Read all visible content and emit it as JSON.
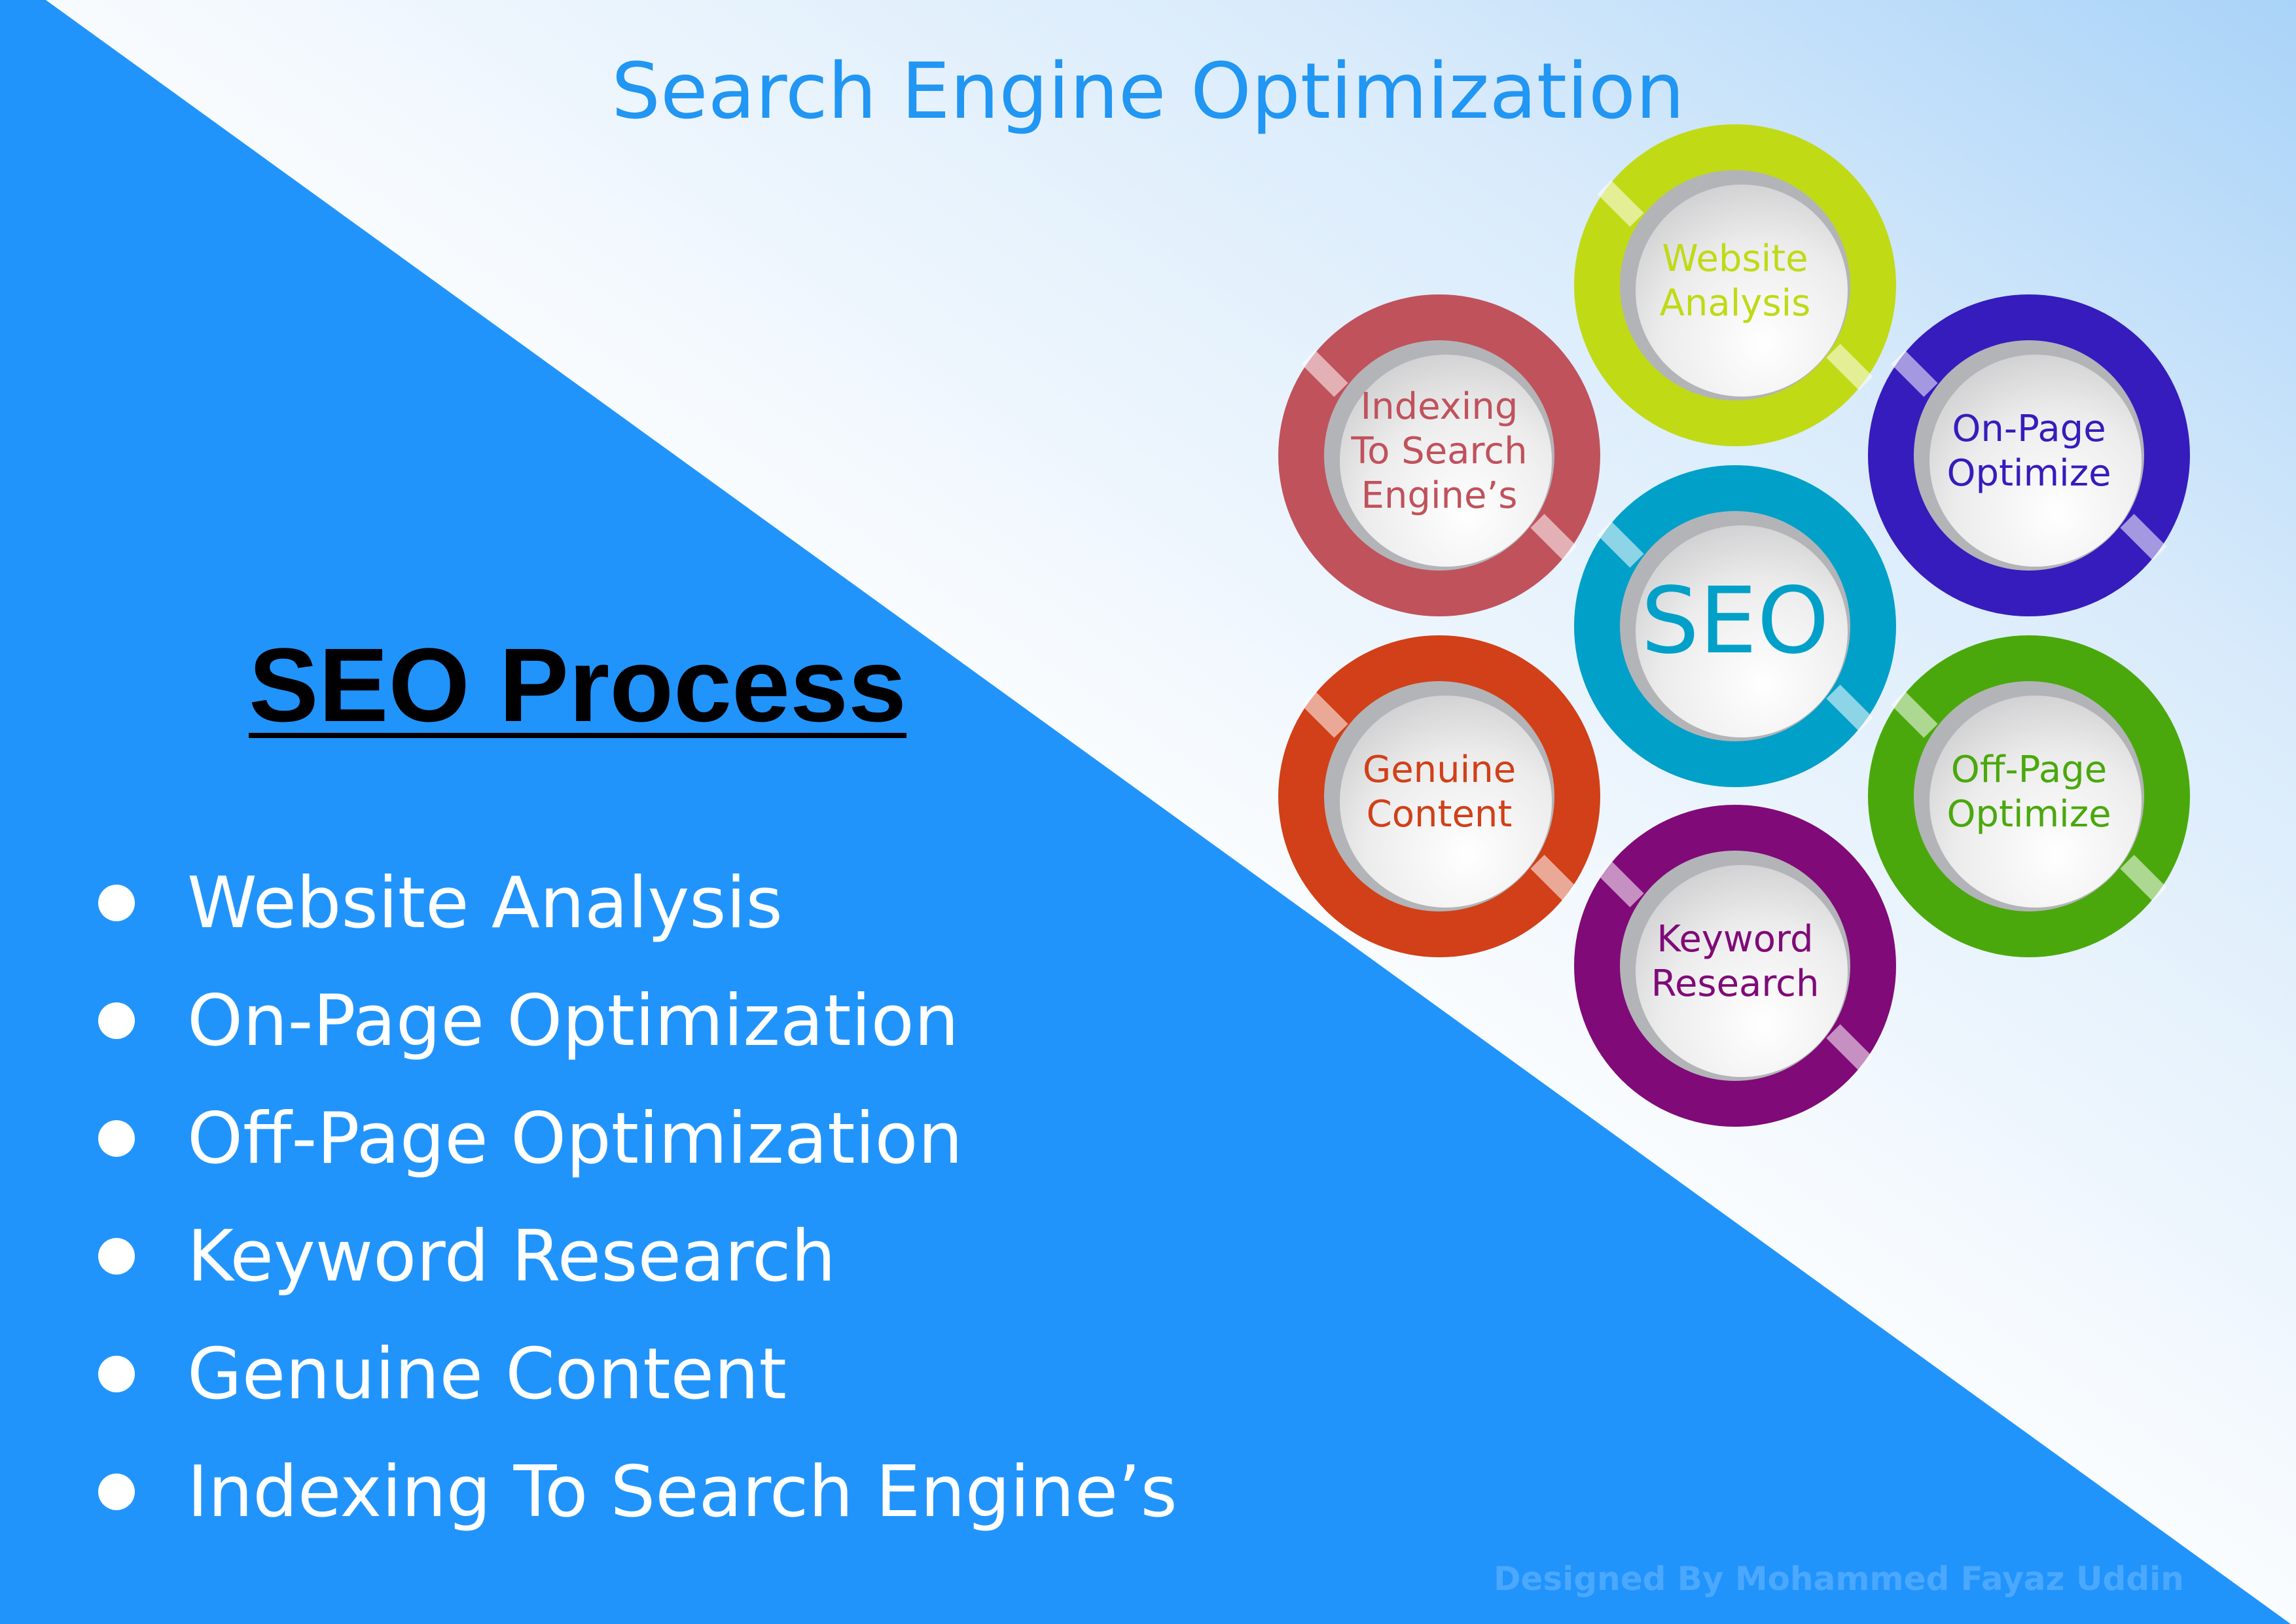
{
  "title": "Search Engine Optimization",
  "heading": "SEO Process",
  "process_items": [
    "Website Analysis",
    "On-Page Optimization",
    "Off-Page Optimization",
    "Keyword Research",
    "Genuine Content",
    "Indexing To Search Engine’s"
  ],
  "circles": {
    "center": {
      "label": "SEO",
      "color": "#00a0c8"
    },
    "website": {
      "line1": "Website",
      "line2": "Analysis",
      "color": "#c0da16"
    },
    "onpage": {
      "line1": "On-Page",
      "line2": "Optimize",
      "color": "#361cbc"
    },
    "offpage": {
      "line1": "Off-Page",
      "line2": "Optimize",
      "color": "#4aa80c"
    },
    "keyword": {
      "line1": "Keyword",
      "line2": "Research",
      "color": "#800a78"
    },
    "genuine": {
      "line1": "Genuine",
      "line2": "Content",
      "color": "#d14018"
    },
    "indexing": {
      "line1": "Indexing",
      "line2": "To Search",
      "line3": "Engine’s",
      "color": "#c0525c"
    }
  },
  "credit": "Designed By Mohammed Fayaz Uddin",
  "colors": {
    "accent": "#2196f3"
  }
}
